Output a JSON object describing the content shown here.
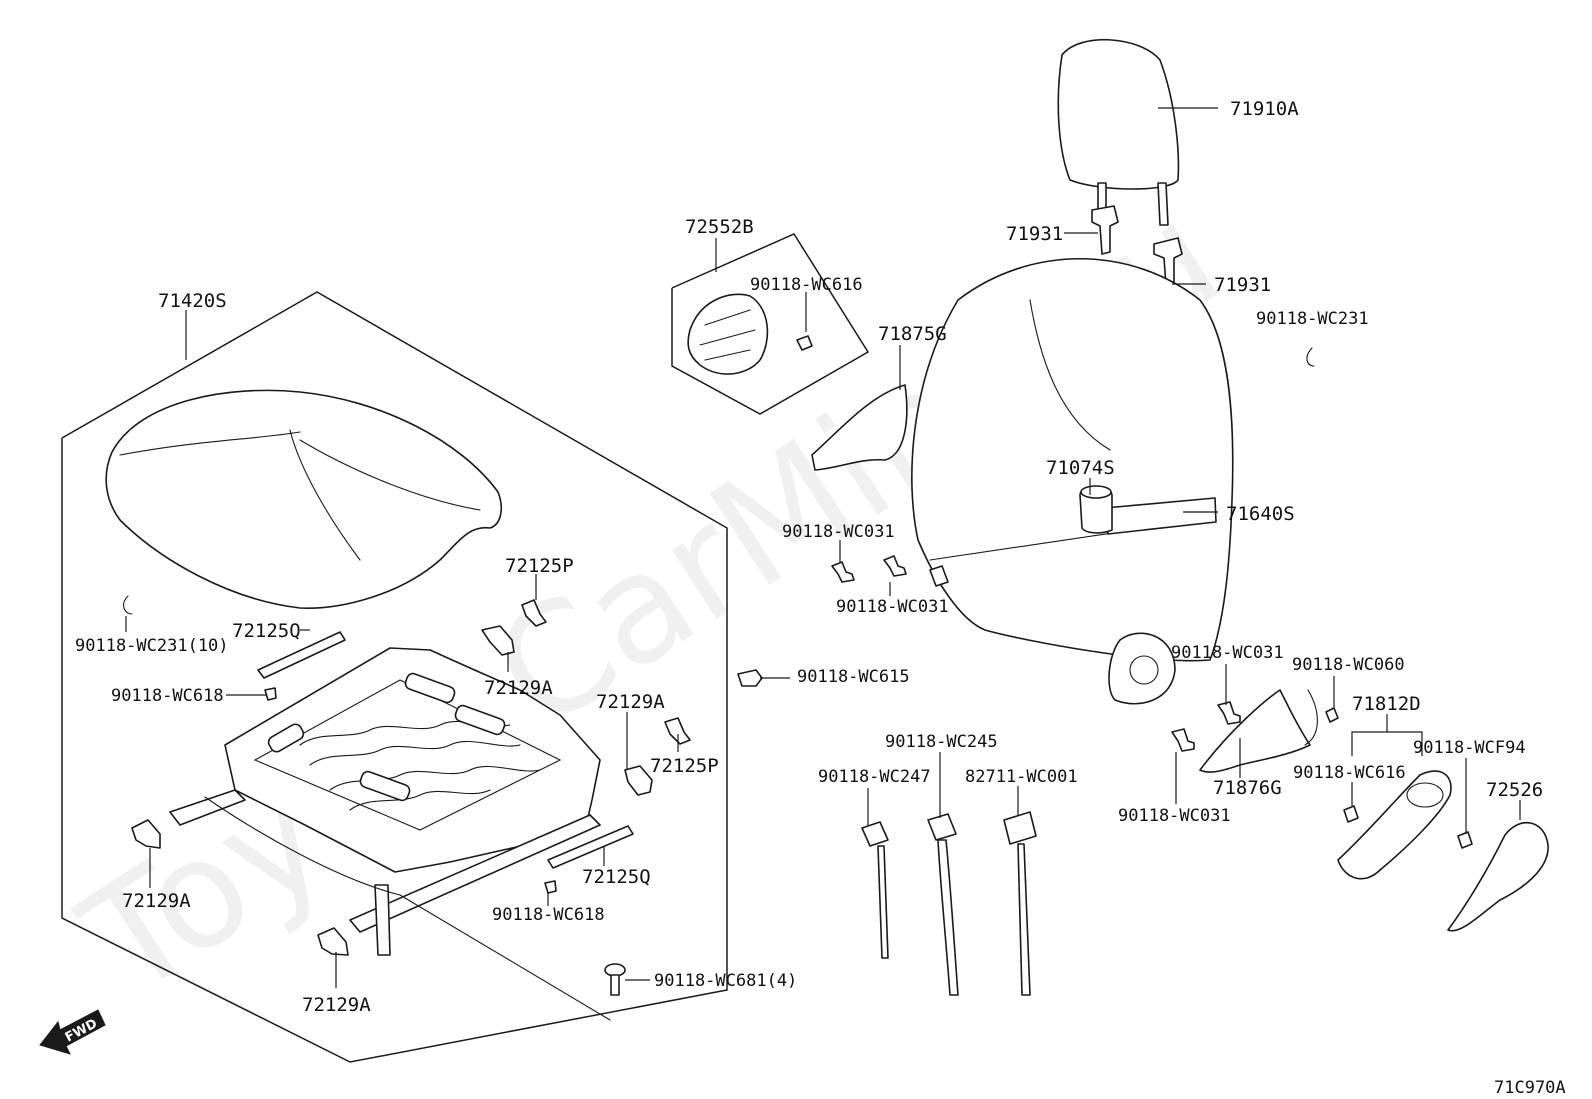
{
  "watermark": "ToyotaCarMine.ru",
  "diagram_code": "71C970A",
  "fwd_label": "FWD",
  "labels": {
    "p71910A": "71910A",
    "p71931_a": "71931",
    "p71931_b": "71931",
    "p72552B": "72552B",
    "p90118_WC616_a": "90118-WC616",
    "p71420S": "71420S",
    "p71875G": "71875G",
    "p90118_WC231_a": "90118-WC231",
    "p71074S": "71074S",
    "p71640S": "71640S",
    "p90118_WC031_a": "90118-WC031",
    "p90118_WC031_b": "90118-WC031",
    "p72125P_a": "72125P",
    "p90118_WC231_10": "90118-WC231(10)",
    "p72125Q_a": "72125Q",
    "p72129A_a": "72129A",
    "p90118_WC615": "90118-WC615",
    "p90118_WC618_a": "90118-WC618",
    "p72129A_b": "72129A",
    "p72125P_b": "72125P",
    "p90118_WC031_c": "90118-WC031",
    "p90118_WC060": "90118-WC060",
    "p71812D": "71812D",
    "p90118_WC245": "90118-WC245",
    "p90118_WC247": "90118-WC247",
    "p82711_WC001": "82711-WC001",
    "p90118_WCF94": "90118-WCF94",
    "p90118_WC616_b": "90118-WC616",
    "p72526": "72526",
    "p71876G": "71876G",
    "p90118_WC031_d": "90118-WC031",
    "p72129A_c": "72129A",
    "p72125Q_b": "72125Q",
    "p90118_WC618_b": "90118-WC618",
    "p90118_WC681_4": "90118-WC681(4)",
    "p72129A_d": "72129A"
  }
}
